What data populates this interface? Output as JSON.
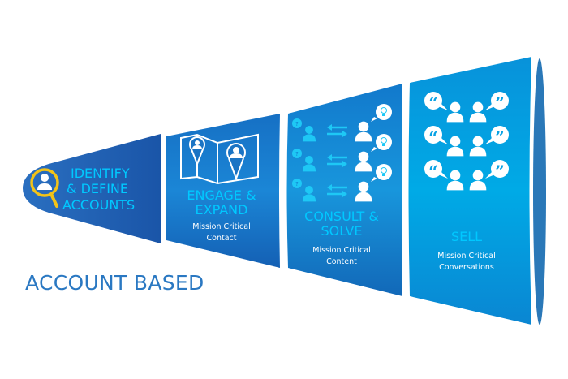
{
  "diagram": {
    "type": "funnel",
    "caption": "ACCOUNT BASED",
    "colors": {
      "stage1": "#1f5fb0",
      "stage2": "#1b74c4",
      "stage3": "#168bd6",
      "stage4": "#08a2e4",
      "end_cap": "#2a78b8",
      "title_text": "#00c8ff",
      "caption_text": "#2a78c2",
      "magnifier": "#f2c318"
    },
    "stages": [
      {
        "id": "identify",
        "title_lines": [
          "IDENTIFY",
          "& DEFINE",
          "ACCOUNTS"
        ],
        "subtitle_lines": [],
        "icon": "magnifier-user-icon"
      },
      {
        "id": "engage",
        "title_lines": [
          "ENGAGE &",
          "EXPAND"
        ],
        "subtitle_lines": [
          "Mission Critical",
          "Contact"
        ],
        "icon": "map-pins-icon"
      },
      {
        "id": "consult",
        "title_lines": [
          "CONSULT &",
          "SOLVE"
        ],
        "subtitle_lines": [
          "Mission Critical",
          "Content"
        ],
        "icon": "question-idea-exchange-icon",
        "question_mark": "?"
      },
      {
        "id": "sell",
        "title_lines": [
          "SELL"
        ],
        "subtitle_lines": [
          "Mission Critical",
          "Conversations"
        ],
        "icon": "conversation-quotes-icon",
        "open_quote": "“",
        "close_quote": "”"
      }
    ]
  }
}
